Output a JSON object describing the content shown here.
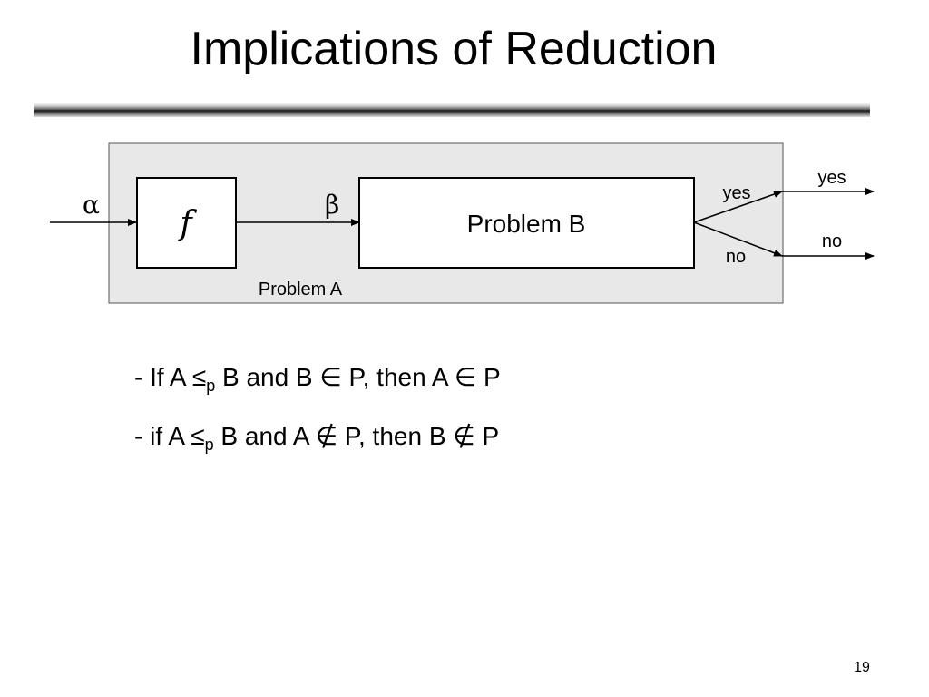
{
  "slide": {
    "title": "Implications of Reduction",
    "page_number": "19"
  },
  "diagram": {
    "input_symbol": "α",
    "intermediate_symbol": "β",
    "function_label": "f",
    "inner_box_label": "Problem B",
    "outer_box_label": "Problem A",
    "inner_yes": "yes",
    "inner_no": "no",
    "outer_yes": "yes",
    "outer_no": "no"
  },
  "bullets": {
    "b1": {
      "prefix": "- If A ",
      "leq": "≤",
      "sub": "p",
      "mid1": " B and B ",
      "rel1": "∈",
      "mid2": " P, then A ",
      "rel2": "∈",
      "end": " P"
    },
    "b2": {
      "prefix": "- if A ",
      "leq": "≤",
      "sub": "p",
      "mid1": " B and A ",
      "rel1": "∉",
      "mid2": " P, then B ",
      "rel2": "∉",
      "end": " P"
    }
  },
  "colors": {
    "outer_box_fill": "#e8e8e8",
    "box_stroke": "#000000"
  }
}
